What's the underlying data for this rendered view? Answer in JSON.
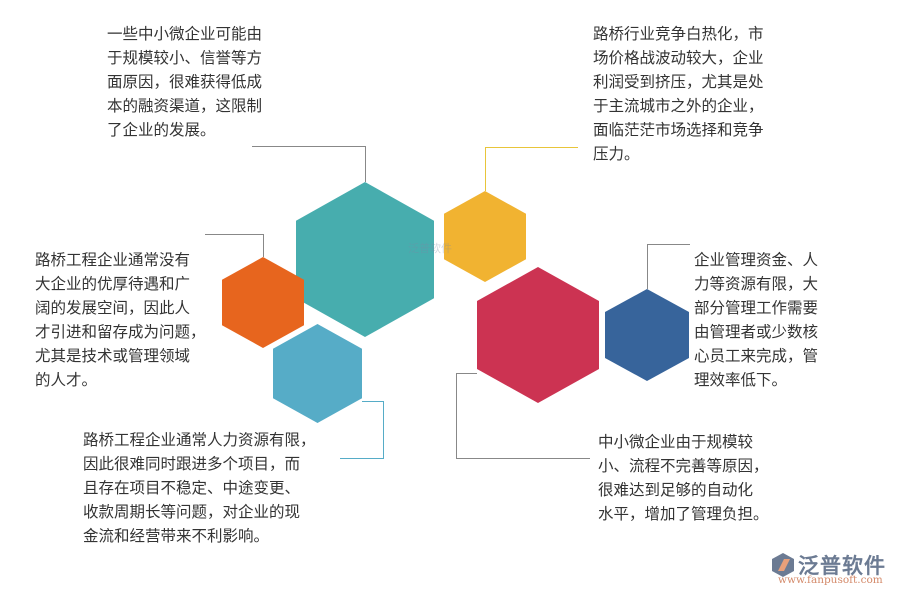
{
  "colors": {
    "teal": "#47adae",
    "orange": "#e7651e",
    "light_blue": "#56acc7",
    "yellow": "#f1b331",
    "crimson": "#cc3352",
    "navy": "#37649b",
    "line": "#888888",
    "yellow_line": "#e8c53a"
  },
  "blocks": [
    {
      "id": "top-left",
      "lines": [
        "一些中小微企业可能由",
        "于规模较小、信誉等方",
        "面原因，很难获得低成",
        "本的融资渠道，这限制",
        "了企业的发展。"
      ]
    },
    {
      "id": "top-right",
      "lines": [
        "路桥行业竞争白热化，市",
        "场价格战波动较大，企业",
        "利润受到挤压，尤其是处",
        "于主流城市之外的企业，",
        "面临茫茫市场选择和竞争",
        "压力。"
      ]
    },
    {
      "id": "middle-left",
      "lines": [
        "路桥工程企业通常没有",
        "大企业的优厚待遇和广",
        "阔的发展空间，因此人",
        "才引进和留存成为问题，",
        "尤其是技术或管理领域",
        "的人才。"
      ]
    },
    {
      "id": "middle-right",
      "lines": [
        "企业管理资金、人",
        "力等资源有限，大",
        "部分管理工作需要",
        "由管理者或少数核",
        "心员工来完成，管",
        "理效率低下。"
      ]
    },
    {
      "id": "bottom-left",
      "lines": [
        "路桥工程企业通常人力资源有限，",
        "因此很难同时跟进多个项目，而",
        "且存在项目不稳定、中途变更、",
        "收款周期长等问题，对企业的现",
        "金流和经营带来不利影响。"
      ]
    },
    {
      "id": "bottom-right",
      "lines": [
        "中小微企业由于规模较",
        "小、流程不完善等原因，",
        "很难达到足够的自动化",
        "水平，增加了管理负担。"
      ]
    }
  ],
  "logo": {
    "name": "泛普软件",
    "url": "www.fanpusoft.com"
  },
  "watermark": {
    "name": "泛普软件"
  }
}
